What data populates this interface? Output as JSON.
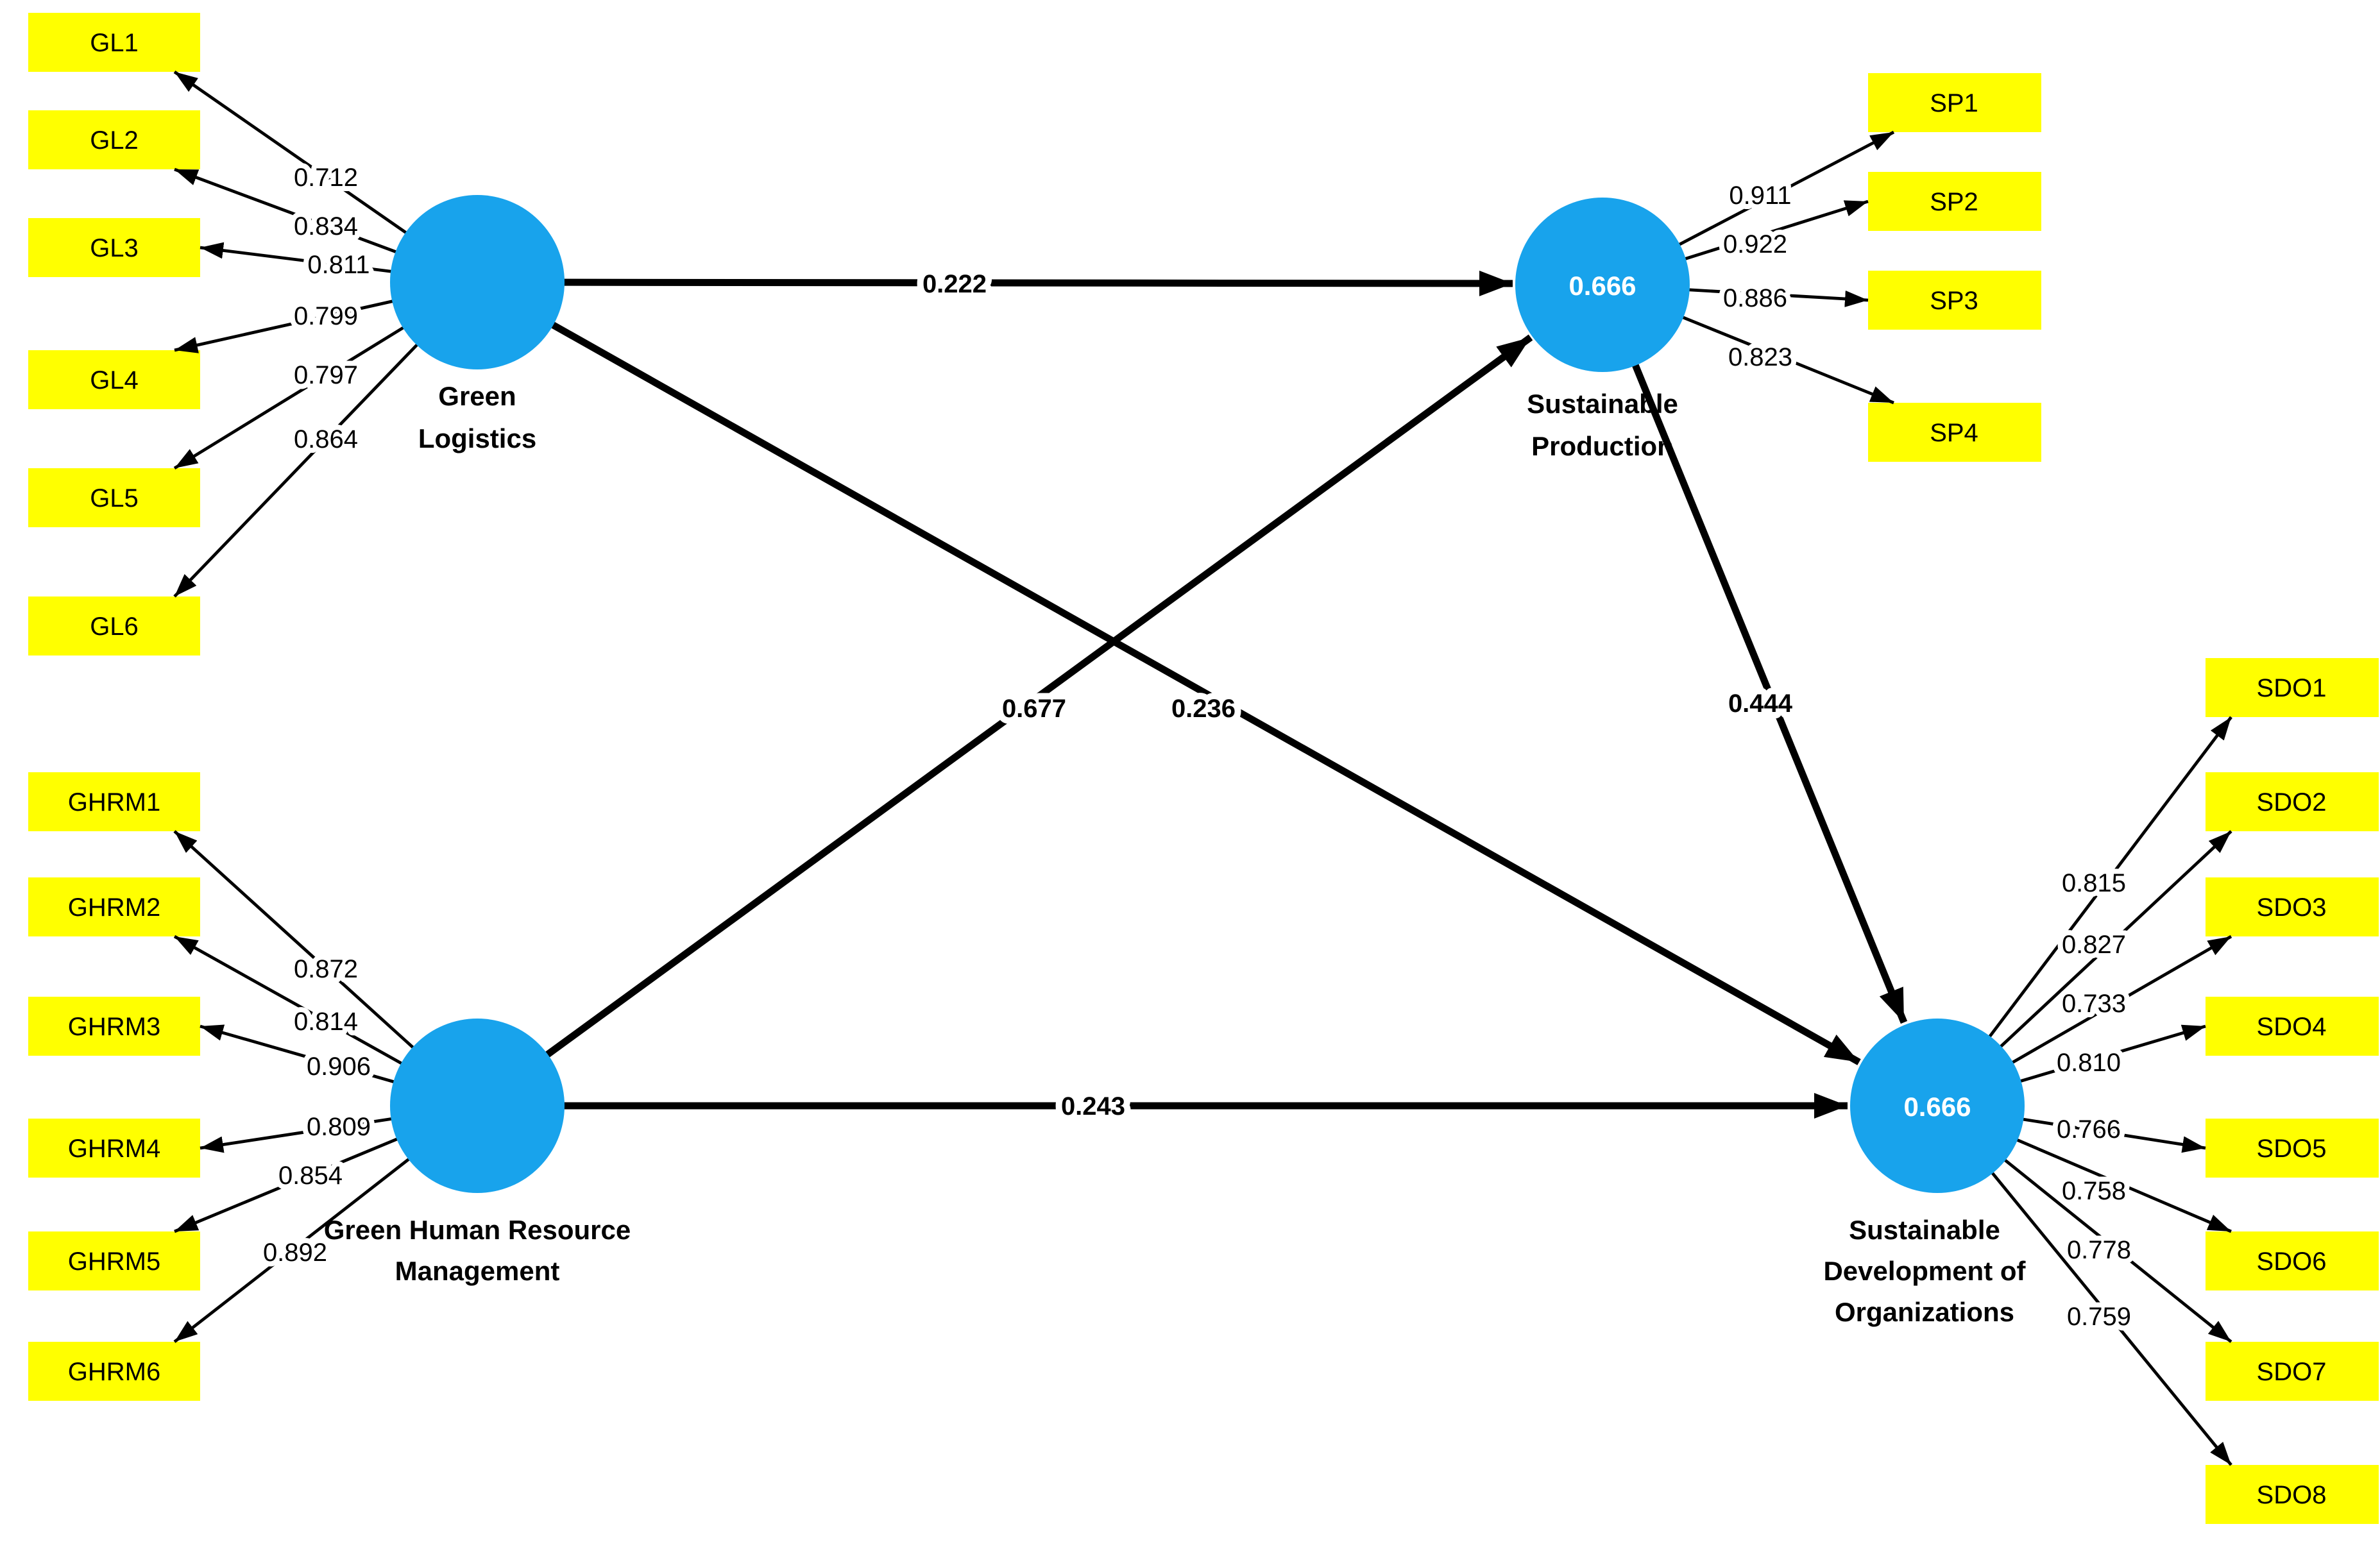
{
  "sem": {
    "colors": {
      "construct_fill": "#18A3EC",
      "indicator_fill": "#FFFF00",
      "line": "#000000",
      "r2_text_color": "#FFFFFF"
    },
    "constructs": {
      "gl": {
        "name": "Green Logistics",
        "line1": "Green",
        "line2": "Logistics"
      },
      "ghrm": {
        "name": "Green Human Resource Management",
        "line1": "Green Human Resource",
        "line2": "Management"
      },
      "sp": {
        "name": "Sustainable Production",
        "line1": "Sustainable",
        "line2": "Production",
        "r2": "0.666"
      },
      "sdo": {
        "name": "Sustainable Development of Organizations",
        "line1": "Sustainable",
        "line2": "Development of",
        "line3": "Organizations",
        "r2": "0.666"
      }
    },
    "indicators": {
      "gl": [
        {
          "name": "GL1",
          "loading": "0.712"
        },
        {
          "name": "GL2",
          "loading": "0.834"
        },
        {
          "name": "GL3",
          "loading": "0.811"
        },
        {
          "name": "GL4",
          "loading": "0.799"
        },
        {
          "name": "GL5",
          "loading": "0.797"
        },
        {
          "name": "GL6",
          "loading": "0.864"
        }
      ],
      "ghrm": [
        {
          "name": "GHRM1",
          "loading": "0.872"
        },
        {
          "name": "GHRM2",
          "loading": "0.814"
        },
        {
          "name": "GHRM3",
          "loading": "0.906"
        },
        {
          "name": "GHRM4",
          "loading": "0.809"
        },
        {
          "name": "GHRM5",
          "loading": "0.854"
        },
        {
          "name": "GHRM6",
          "loading": "0.892"
        }
      ],
      "sp": [
        {
          "name": "SP1",
          "loading": "0.911"
        },
        {
          "name": "SP2",
          "loading": "0.922"
        },
        {
          "name": "SP3",
          "loading": "0.886"
        },
        {
          "name": "SP4",
          "loading": "0.823"
        }
      ],
      "sdo": [
        {
          "name": "SDO1",
          "loading": "0.815"
        },
        {
          "name": "SDO2",
          "loading": "0.827"
        },
        {
          "name": "SDO3",
          "loading": "0.733"
        },
        {
          "name": "SDO4",
          "loading": "0.810"
        },
        {
          "name": "SDO5",
          "loading": "0.766"
        },
        {
          "name": "SDO6",
          "loading": "0.758"
        },
        {
          "name": "SDO7",
          "loading": "0.778"
        },
        {
          "name": "SDO8",
          "loading": "0.759"
        }
      ]
    },
    "paths": {
      "gl_to_sp": {
        "from": "Green Logistics",
        "to": "Sustainable Production",
        "coefficient": "0.222"
      },
      "gl_to_sdo": {
        "from": "Green Logistics",
        "to": "Sustainable Development of Organizations",
        "coefficient": "0.236"
      },
      "ghrm_to_sp": {
        "from": "Green Human Resource Management",
        "to": "Sustainable Production",
        "coefficient": "0.677"
      },
      "ghrm_to_sdo": {
        "from": "Green Human Resource Management",
        "to": "Sustainable Development of Organizations",
        "coefficient": "0.243"
      },
      "sp_to_sdo": {
        "from": "Sustainable Production",
        "to": "Sustainable Development of Organizations",
        "coefficient": "0.444"
      }
    }
  }
}
